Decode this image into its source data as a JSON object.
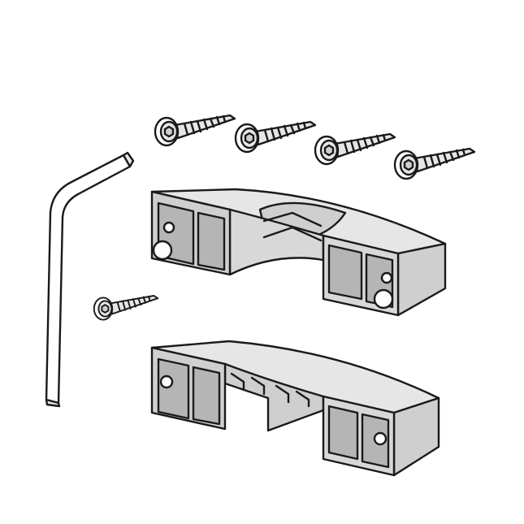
{
  "illustration": {
    "parts": [
      {
        "name": "hex-key",
        "count": 1
      },
      {
        "name": "screw",
        "count": 5
      },
      {
        "name": "bracket-upper",
        "count": 1
      },
      {
        "name": "bracket-lower",
        "count": 1
      }
    ],
    "colors": {
      "outline": "#1a1a1a",
      "face_light": "#e6e6e6",
      "face_mid": "#cfcfcf",
      "face_dark": "#b5b5b5",
      "background": "#ffffff"
    }
  }
}
